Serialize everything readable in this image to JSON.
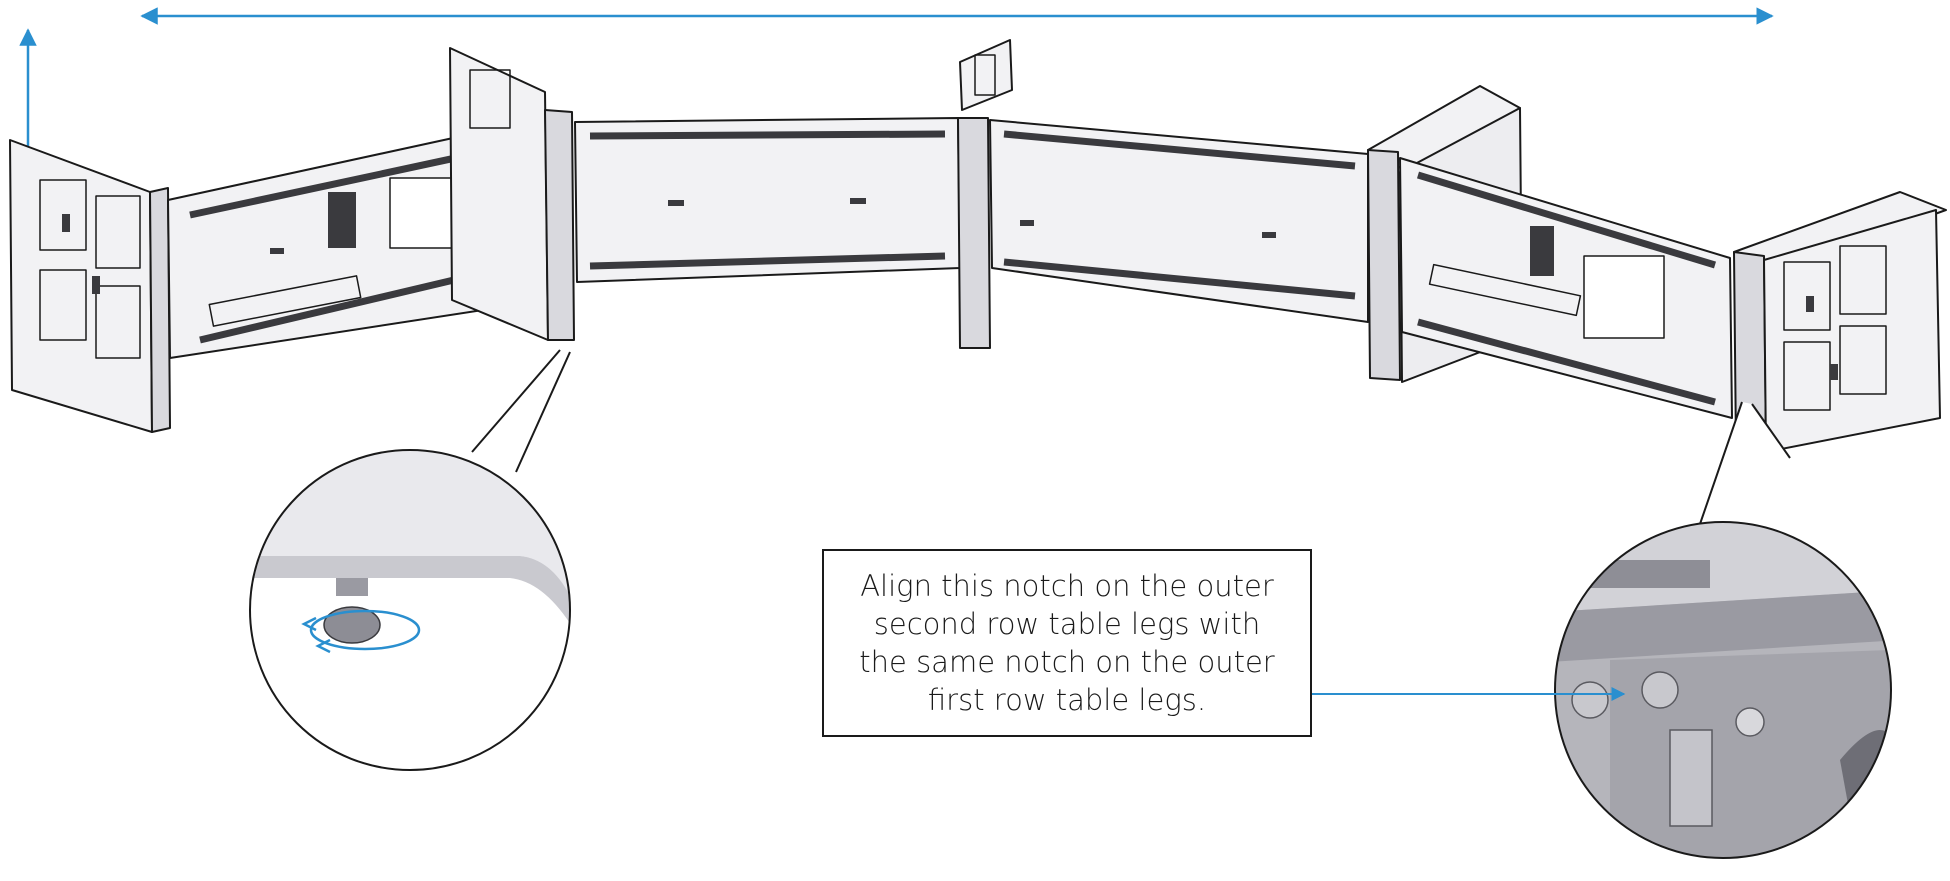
{
  "callout": {
    "text": "Align this notch on the outer\nsecond row table legs with\nthe same notch on the outer\nfirst row table legs."
  },
  "icons": {
    "width_arrow": "double-headed-horizontal-arrow",
    "height_arrow": "double-headed-vertical-arrow",
    "rotation": "circular-rotation-arrow",
    "pointer": "leader-line-arrow"
  },
  "colors": {
    "accent": "#2a8fcf",
    "outline": "#1a1a1a",
    "panel": "#f2f2f4",
    "panel_shade": "#d9d9de",
    "detail_dark": "#3a3a3e"
  }
}
